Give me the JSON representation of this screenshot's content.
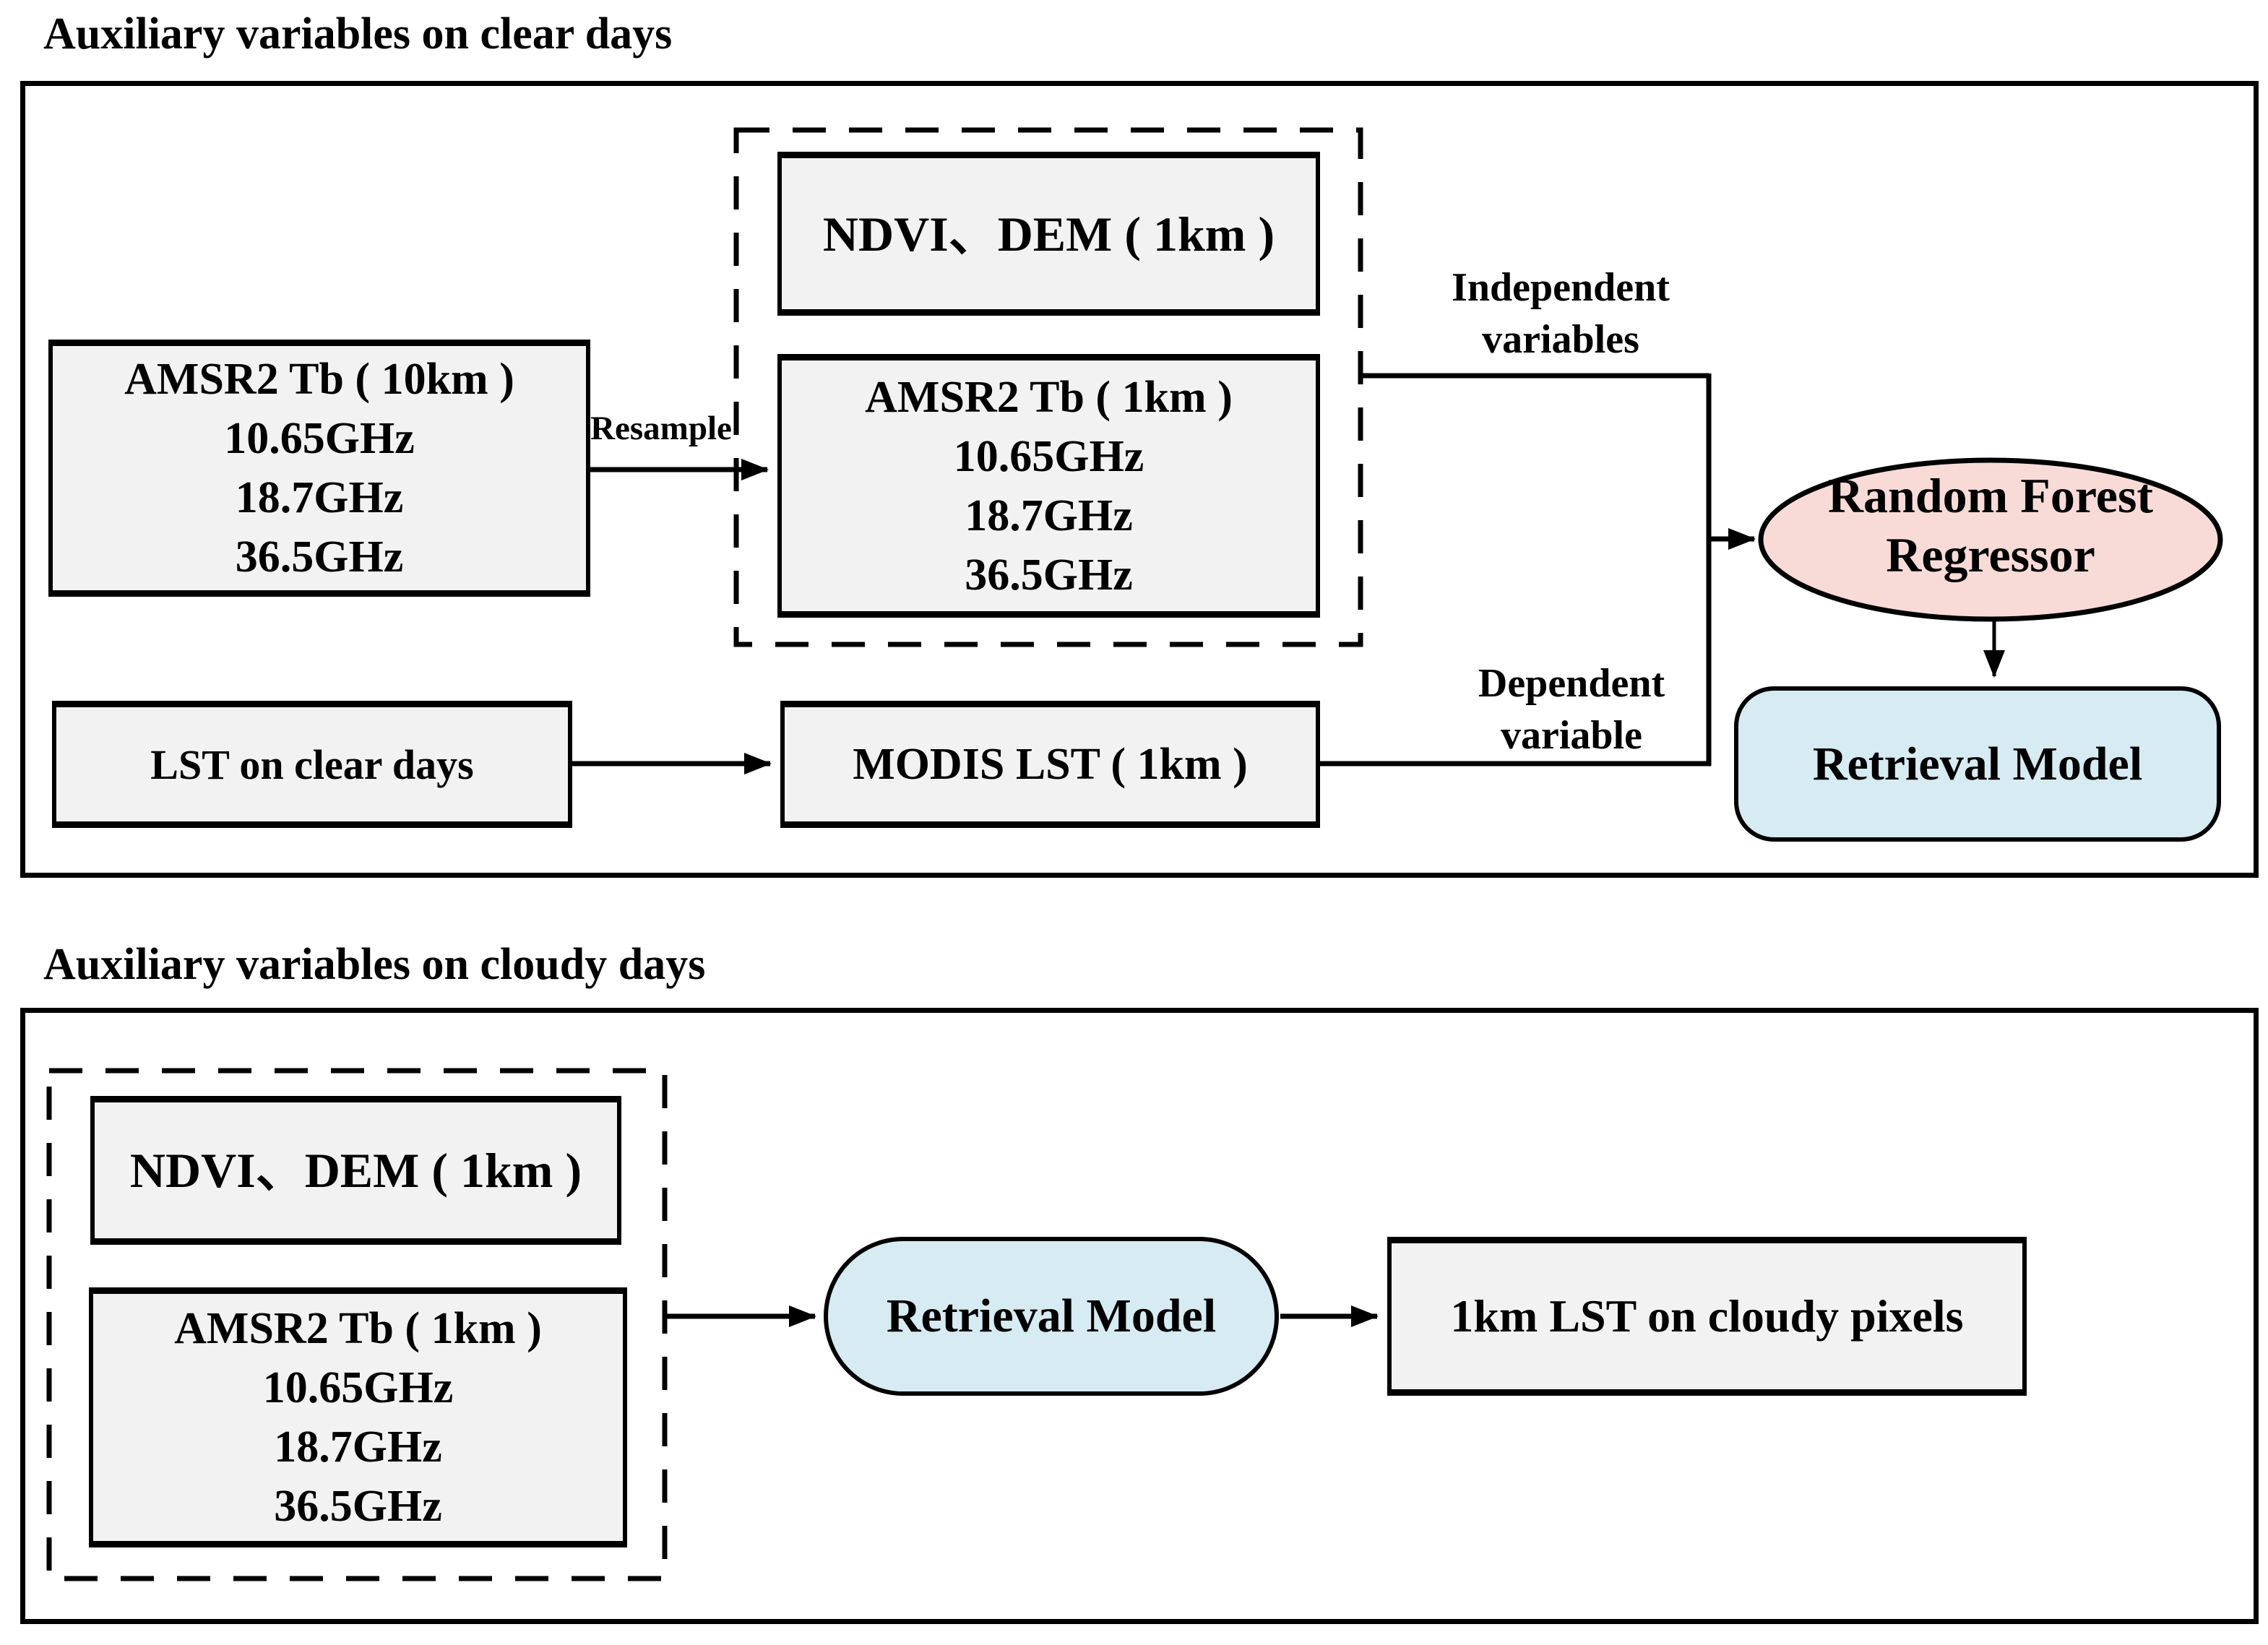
{
  "colors": {
    "box_fill": "#f2f2f2",
    "pink_fill": "#f8dbd7",
    "blue_fill": "#d6ebf2",
    "line": "#000000"
  },
  "clear_section": {
    "title": "Auxiliary variables on clear days",
    "amsr2_tb_10km": {
      "lines": [
        "AMSR2 Tb ( 10km )",
        "10.65GHz",
        "18.7GHz",
        "36.5GHz"
      ]
    },
    "resample_label": "Resample",
    "ndvi_dem_label": "NDVI、DEM ( 1km )",
    "amsr2_tb_1km": {
      "lines": [
        "AMSR2 Tb ( 1km )",
        "10.65GHz",
        "18.7GHz",
        "36.5GHz"
      ]
    },
    "independent_label": {
      "line1": "Independent",
      "line2": "variables"
    },
    "dependent_label": {
      "line1": "Dependent",
      "line2": "variable"
    },
    "lst_clear_label": "LST on clear days",
    "modis_lst_label": "MODIS LST ( 1km )",
    "random_forest_label": {
      "line1": "Random Forest",
      "line2": "Regressor"
    },
    "retrieval_model_label": "Retrieval Model"
  },
  "cloudy_section": {
    "title": "Auxiliary variables on cloudy days",
    "ndvi_dem_label": "NDVI、DEM ( 1km )",
    "amsr2_tb_1km": {
      "lines": [
        "AMSR2 Tb ( 1km )",
        "10.65GHz",
        "18.7GHz",
        "36.5GHz"
      ]
    },
    "retrieval_model_label": "Retrieval Model",
    "output_label": "1km LST on cloudy pixels"
  }
}
